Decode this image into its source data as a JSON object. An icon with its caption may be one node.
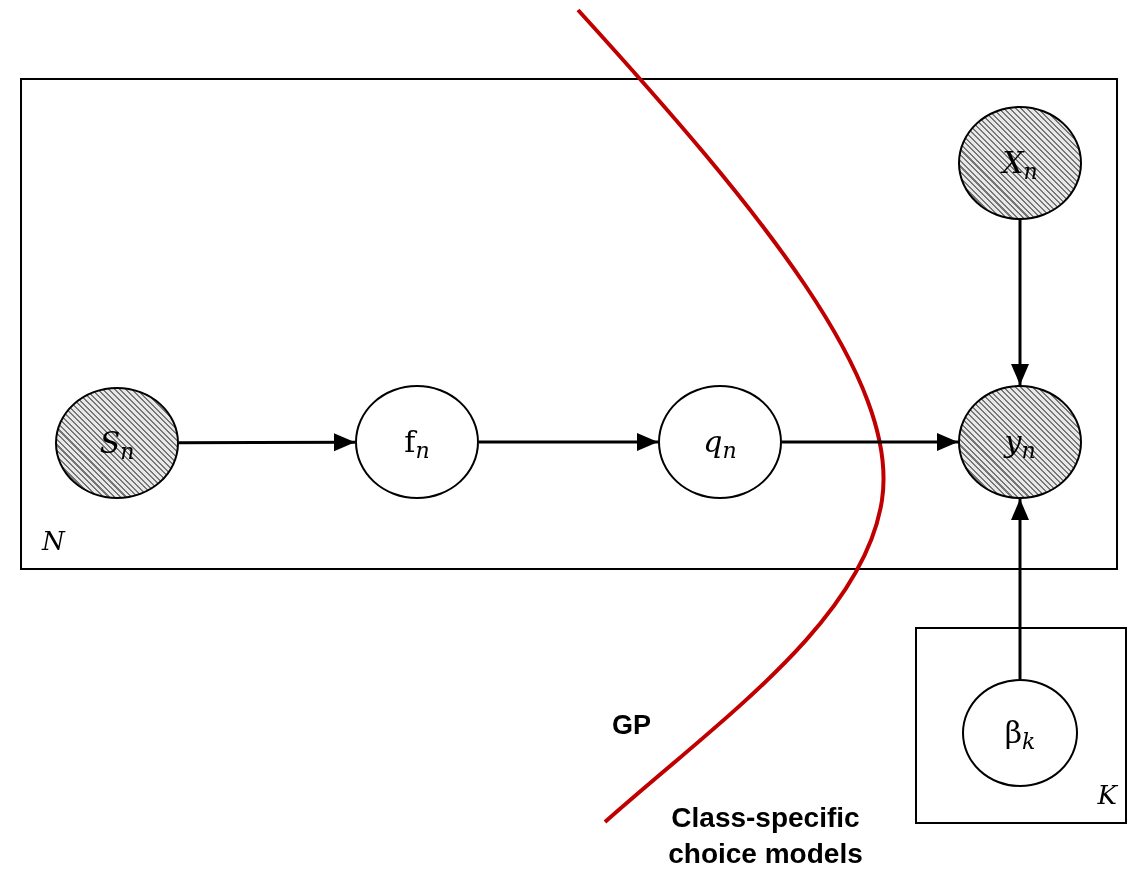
{
  "diagram": {
    "nodes": [
      {
        "text": [
          "N"
        ]
      },
      {
        "text": [
          "*S*$_{n}$"
        ],
        "in": 0
      },
      {
        "text": [
          "f$_{n}$"
        ],
        "in": 0
      },
      {
        "text": [
          "*q*$_{n}$"
        ],
        "in": 0
      },
      {
        "text": [
          "*X*$_{n}$"
        ],
        "in": 0
      },
      {
        "text": [
          "*y*$_{n}$"
        ],
        "in": 0
      },
      {
        "text": [
          "K"
        ]
      },
      {
        "text": [
          "β$_{k}$"
        ],
        "in": 6
      }
    ],
    "edges": [
      {
        "from": 1,
        "to": 2,
        "arrow": "to"
      },
      {
        "from": 2,
        "to": 3,
        "arrow": "to"
      },
      {
        "from": 3,
        "to": 5,
        "arrow": "to"
      },
      {
        "from": 4,
        "to": 5,
        "arrow": "to"
      },
      {
        "from": 7,
        "to": 5,
        "arrow": "to"
      }
    ],
    "labels": [
      "GP",
      "Class-specific choice models"
    ]
  }
}
